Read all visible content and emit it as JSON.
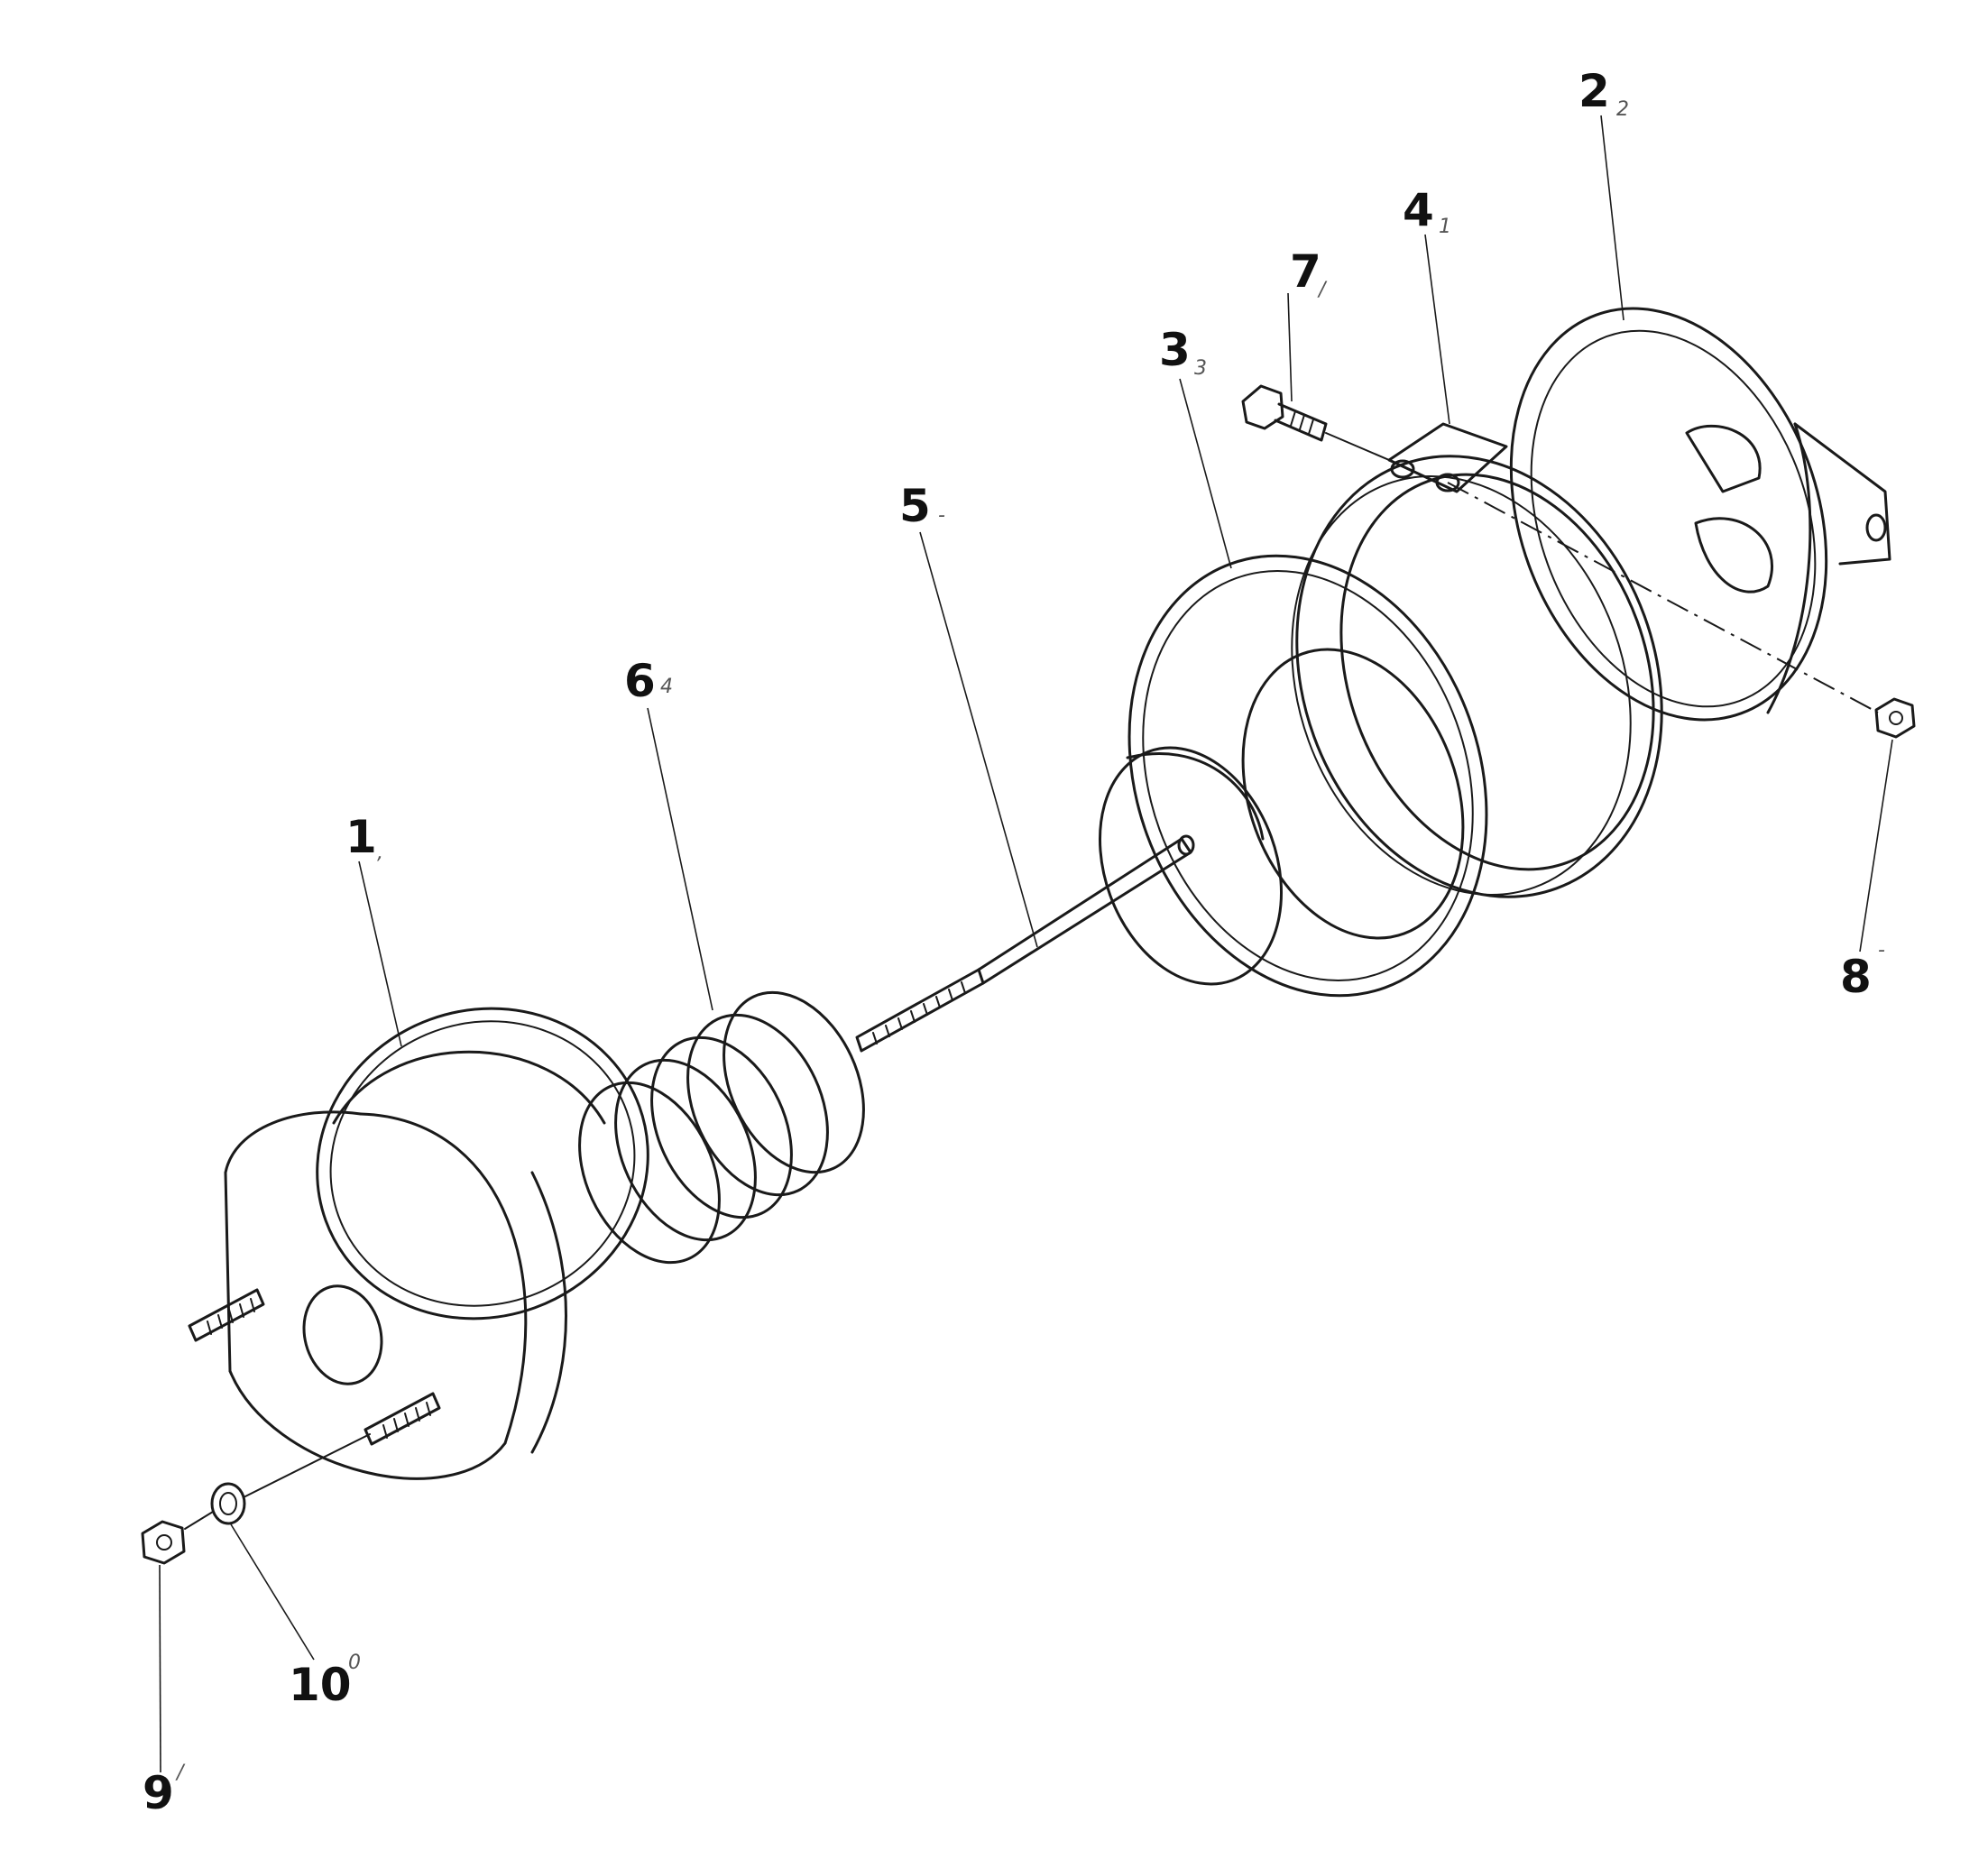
{
  "callouts": [
    {
      "id": "1",
      "label": "1",
      "mark": ","
    },
    {
      "id": "2",
      "label": "2",
      "mark": "2"
    },
    {
      "id": "3",
      "label": "3",
      "mark": "3"
    },
    {
      "id": "4",
      "label": "4",
      "mark": "1"
    },
    {
      "id": "5",
      "label": "5",
      "mark": "-"
    },
    {
      "id": "6",
      "label": "6",
      "mark": "4"
    },
    {
      "id": "7",
      "label": "7",
      "mark": "/"
    },
    {
      "id": "8",
      "label": "8",
      "mark": "-"
    },
    {
      "id": "9",
      "label": "9",
      "mark": "/"
    },
    {
      "id": "10",
      "label": "10",
      "mark": "0"
    }
  ],
  "colors": {
    "ink": "#1a1a1a",
    "paper": "#ffffff"
  }
}
